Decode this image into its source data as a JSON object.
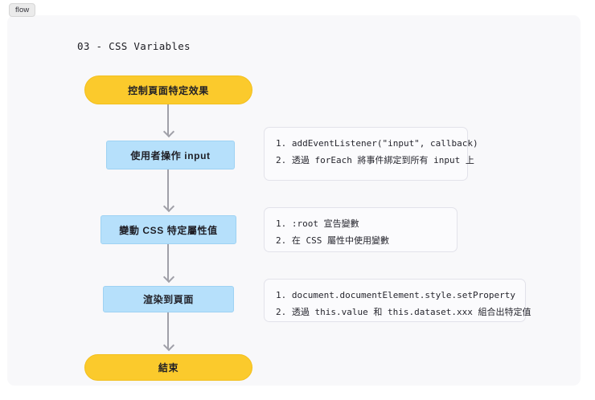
{
  "tab": {
    "label": "flow"
  },
  "diagram": {
    "title": "03 - CSS Variables",
    "nodes": [
      {
        "id": "start",
        "label": "控制頁面特定效果",
        "type": "terminal"
      },
      {
        "id": "input",
        "label": "使用者操作 input",
        "type": "step"
      },
      {
        "id": "change",
        "label": "變動 CSS 特定屬性值",
        "type": "step"
      },
      {
        "id": "render",
        "label": "渲染到頁面",
        "type": "step"
      },
      {
        "id": "end",
        "label": "結束",
        "type": "terminal"
      }
    ],
    "notes": [
      {
        "id": "note-1",
        "lines": [
          "1. addEventListener(\"input\", callback)",
          "2. 透過 forEach 將事件綁定到所有 input 上"
        ]
      },
      {
        "id": "note-2",
        "lines": [
          "1. :root 宣告變數",
          "2. 在 CSS 屬性中使用變數"
        ]
      },
      {
        "id": "note-3",
        "lines": [
          "1. document.documentElement.style.setProperty",
          "2. 透過 this.value 和 this.dataset.xxx 組合出特定值"
        ]
      }
    ],
    "colors": {
      "terminal_fill": "#fbca2c",
      "step_fill": "#b6e0fb",
      "note_fill": "#fbfbfd",
      "canvas": "#f8f8fa",
      "arrow": "#a0a0a8"
    }
  }
}
